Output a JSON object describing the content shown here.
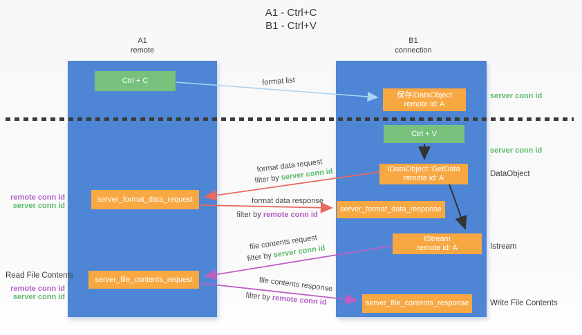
{
  "title": {
    "line1": "A1 - Ctrl+C",
    "line2": "B1 - Ctrl+V"
  },
  "lifelines": {
    "a1": {
      "name": "A1",
      "role": "remote"
    },
    "b1": {
      "name": "B1",
      "role": "connection"
    }
  },
  "nodes": {
    "ctrl_c": {
      "label": "Ctrl + C"
    },
    "save_dataobject": {
      "line1": "保存IDataObject",
      "line2": "remote id: A"
    },
    "ctrl_v": {
      "label": "Ctrl + V"
    },
    "getdata": {
      "line1": "IDataObject::GetData",
      "line2": "remote id: A"
    },
    "format_request": {
      "label": "server_format_data_request"
    },
    "format_response": {
      "label": "server_format_data_response"
    },
    "istream": {
      "line1": "IStream",
      "line2": "remote id: A"
    },
    "file_request": {
      "label": "server_file_contents_request"
    },
    "file_response": {
      "label": "server_file_contents_response"
    }
  },
  "edge_labels": {
    "format_list": "format list",
    "format_data_request": "format data request",
    "format_data_response": "format data response",
    "file_contents_request": "file contents request",
    "file_contents_response": "file contents response",
    "filter_by": "filter by",
    "server_conn_id": "server conn id",
    "remote_conn_id": "remote conn id"
  },
  "side_labels": {
    "left_remote_conn_id": "remote conn id",
    "left_server_conn_id": "server conn id",
    "read_file_contents": "Read File Contents",
    "left_bottom_remote_conn_id": "remote conn id",
    "left_bottom_server_conn_id": "server conn id",
    "right_server_conn_id_1": "server conn id",
    "right_server_conn_id_2": "server conn id",
    "dataobject": "DataObject",
    "istream": "Istream",
    "write_file_contents": "Write File Contents"
  },
  "colors": {
    "lifeline_blue": "#4E86D5",
    "action_green": "#77C17D",
    "message_orange": "#F7A843",
    "arrow_light_blue": "#AAD4F2",
    "arrow_red": "#E9695F",
    "arrow_magenta": "#BD60C4",
    "arrow_black": "#333333",
    "server_conn_green": "#5CBA68",
    "remote_conn_purple": "#B25FC6",
    "text_dark": "#3C3C3C"
  }
}
